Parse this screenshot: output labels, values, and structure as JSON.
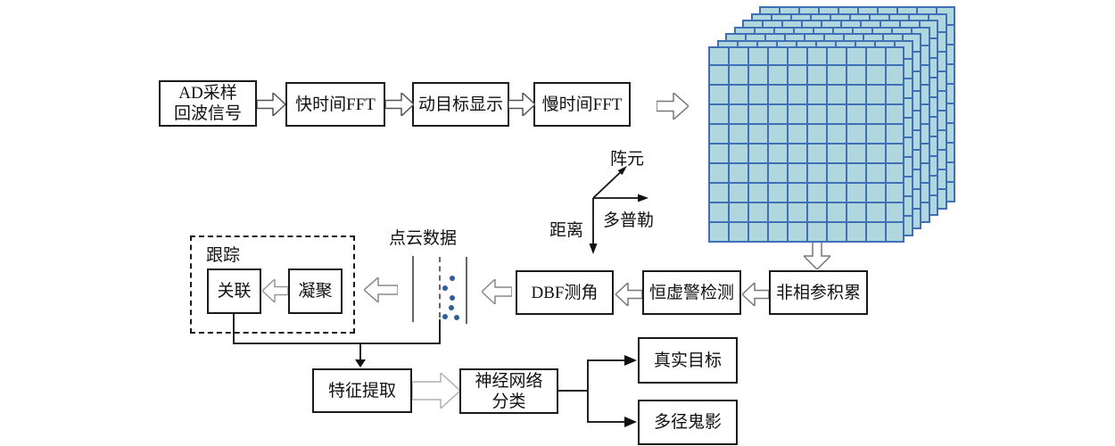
{
  "top_flow": {
    "box1": {
      "line1": "AD采样",
      "line2": "回波信号"
    },
    "box2": "快时间FFT",
    "box3": "动目标显示",
    "box4": "慢时间FFT"
  },
  "cube": {
    "layers": 7,
    "rows": 10,
    "cols": 10,
    "fill": "#b0d7dd",
    "line": "#3f6fb5"
  },
  "cube_axes": {
    "up": "阵元",
    "right": "多普勒",
    "down": "距离"
  },
  "mid_flow": {
    "box1": "非相参积累",
    "box2": "恒虚警检测",
    "box3": "DBF测角"
  },
  "point_cloud": {
    "label": "点云数据",
    "dot_color": "#2e5d9e",
    "dot_count": 6
  },
  "tracking": {
    "title": "跟踪",
    "box1": "关联",
    "box2": "凝聚"
  },
  "bottom_flow": {
    "feature": "特征提取",
    "nn": {
      "line1": "神经网络",
      "line2": "分类"
    },
    "out1": "真实目标",
    "out2": "多径鬼影"
  }
}
